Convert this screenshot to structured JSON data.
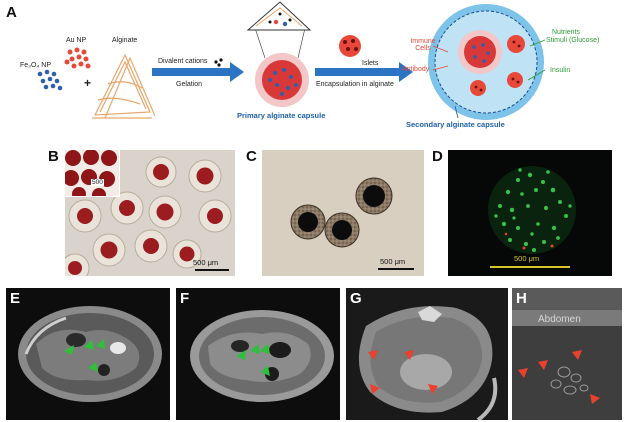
{
  "panels": {
    "A": {
      "letter": "A",
      "labels": {
        "au_np": "Au NP",
        "fe3o4_np": "Fe₃O₄ NP",
        "alginate": "Alginate",
        "divalent_cations": "Divalent cations",
        "gelation": "Gelation",
        "primary_capsule": "Primary alginate capsule",
        "islets": "Islets",
        "encapsulation": "Encapsulation in alginate",
        "immune_cells": "Immune Cells",
        "antibody": "Antibody",
        "nutrients": "Nutrients",
        "stimuli": "Stimuli (Glucose)",
        "insulin": "Insulin",
        "secondary_capsule": "Secondary alginate capsule",
        "plus": "+"
      }
    },
    "B": {
      "letter": "B",
      "scale": "500 μm",
      "inset_scale": "500"
    },
    "C": {
      "letter": "C",
      "scale": "500 μm"
    },
    "D": {
      "letter": "D",
      "scale": "500 μm"
    },
    "E": {
      "letter": "E"
    },
    "F": {
      "letter": "F"
    },
    "G": {
      "letter": "G"
    },
    "H": {
      "letter": "H",
      "label": "Abdomen"
    },
    "colors": {
      "red_np": "#e8483a",
      "blue_np": "#2d5fae",
      "arrow_blue": "#2b74c4",
      "green_arrow": "#2fbf3a",
      "red_arrow": "#e8422e",
      "capsule_blue": "#7ec3ea"
    }
  }
}
